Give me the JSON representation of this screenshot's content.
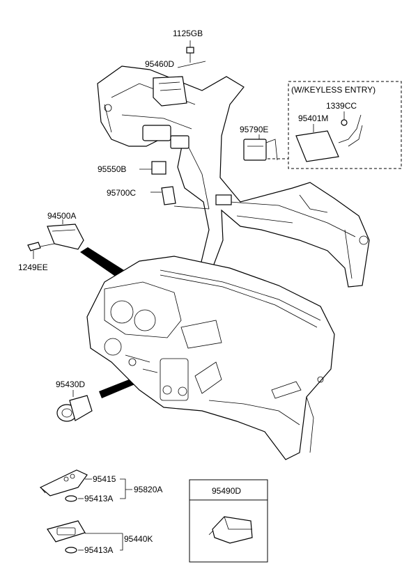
{
  "labels": {
    "p1125GB": "1125GB",
    "p95460D": "95460D",
    "keyless_box_title": "(W/KEYLESS ENTRY)",
    "p1339CC": "1339CC",
    "p95401M": "95401M",
    "p95790E": "95790E",
    "p95550B": "95550B",
    "p95700C": "95700C",
    "p94500A": "94500A",
    "p1249EE": "1249EE",
    "p95430D": "95430D",
    "p95415": "95415",
    "p95413A_1": "95413A",
    "p95820A": "95820A",
    "p95440K": "95440K",
    "p95413A_2": "95413A",
    "p95490D": "95490D"
  }
}
